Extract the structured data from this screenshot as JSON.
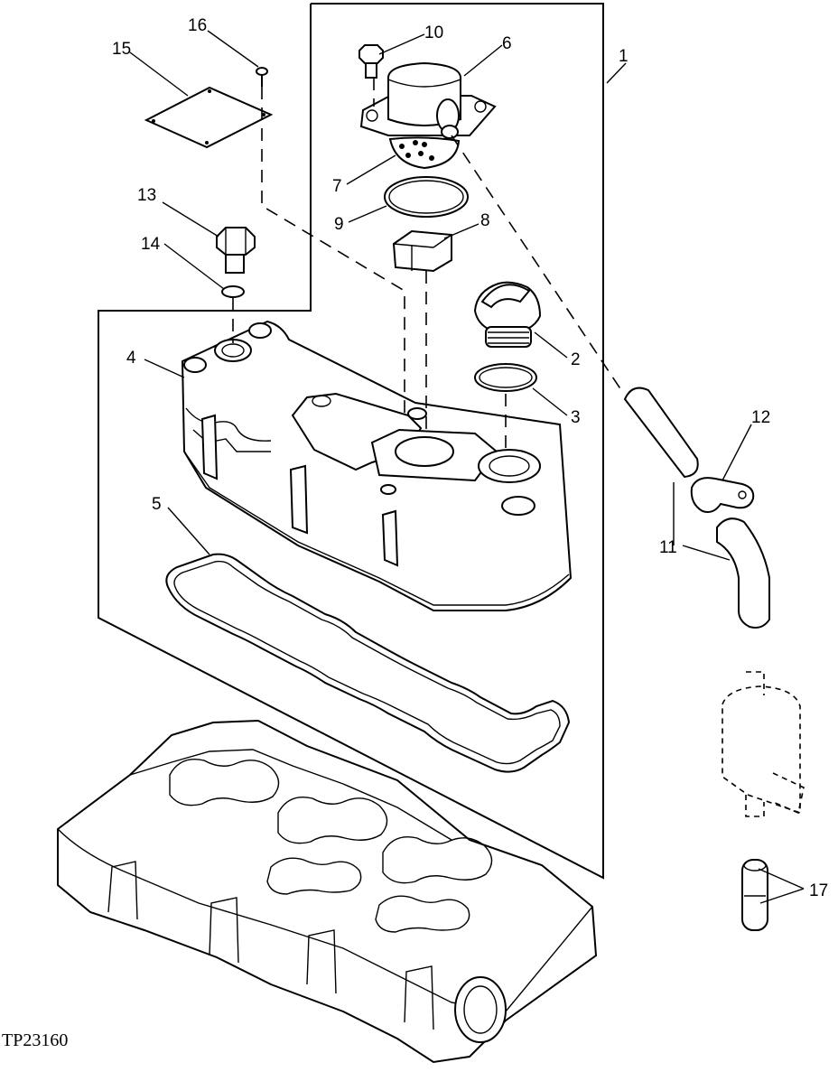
{
  "figure_id": "TP23160",
  "callouts": [
    "1",
    "2",
    "3",
    "4",
    "5",
    "6",
    "7",
    "8",
    "9",
    "10",
    "11",
    "11",
    "12",
    "13",
    "14",
    "15",
    "16",
    "17"
  ]
}
